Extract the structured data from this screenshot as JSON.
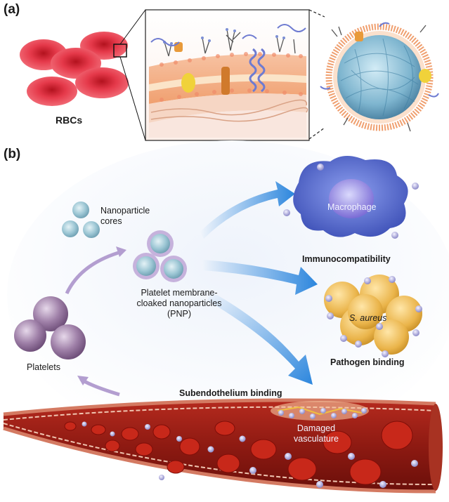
{
  "panel_a": {
    "label": "(a)",
    "rbc_label": "RBCs"
  },
  "panel_b": {
    "label": "(b)",
    "nanoparticle_cores": [
      "Nanoparticle",
      "cores"
    ],
    "platelets": "Platelets",
    "pnp": [
      "Platelet membrane-",
      "cloaked nanoparticles",
      "(PNP)"
    ],
    "macrophage": "Macrophage",
    "immunocompatibility": "Immunocompatibility",
    "s_aureus": "S. aureus",
    "pathogen_binding": "Pathogen binding",
    "subendothelium_binding": "Subendothelium binding",
    "damaged_vasculature": [
      "Damaged",
      "vasculature"
    ]
  },
  "colors": {
    "rbc_red": "#e0303e",
    "membrane_orange": "#f0a070",
    "platelet_purple": "#8b6a95",
    "macrophage_blue": "#5568c8",
    "bacteria_yellow": "#e8b440",
    "vessel_red": "#8e1a12",
    "arrow_blue": "#2c86dd"
  }
}
